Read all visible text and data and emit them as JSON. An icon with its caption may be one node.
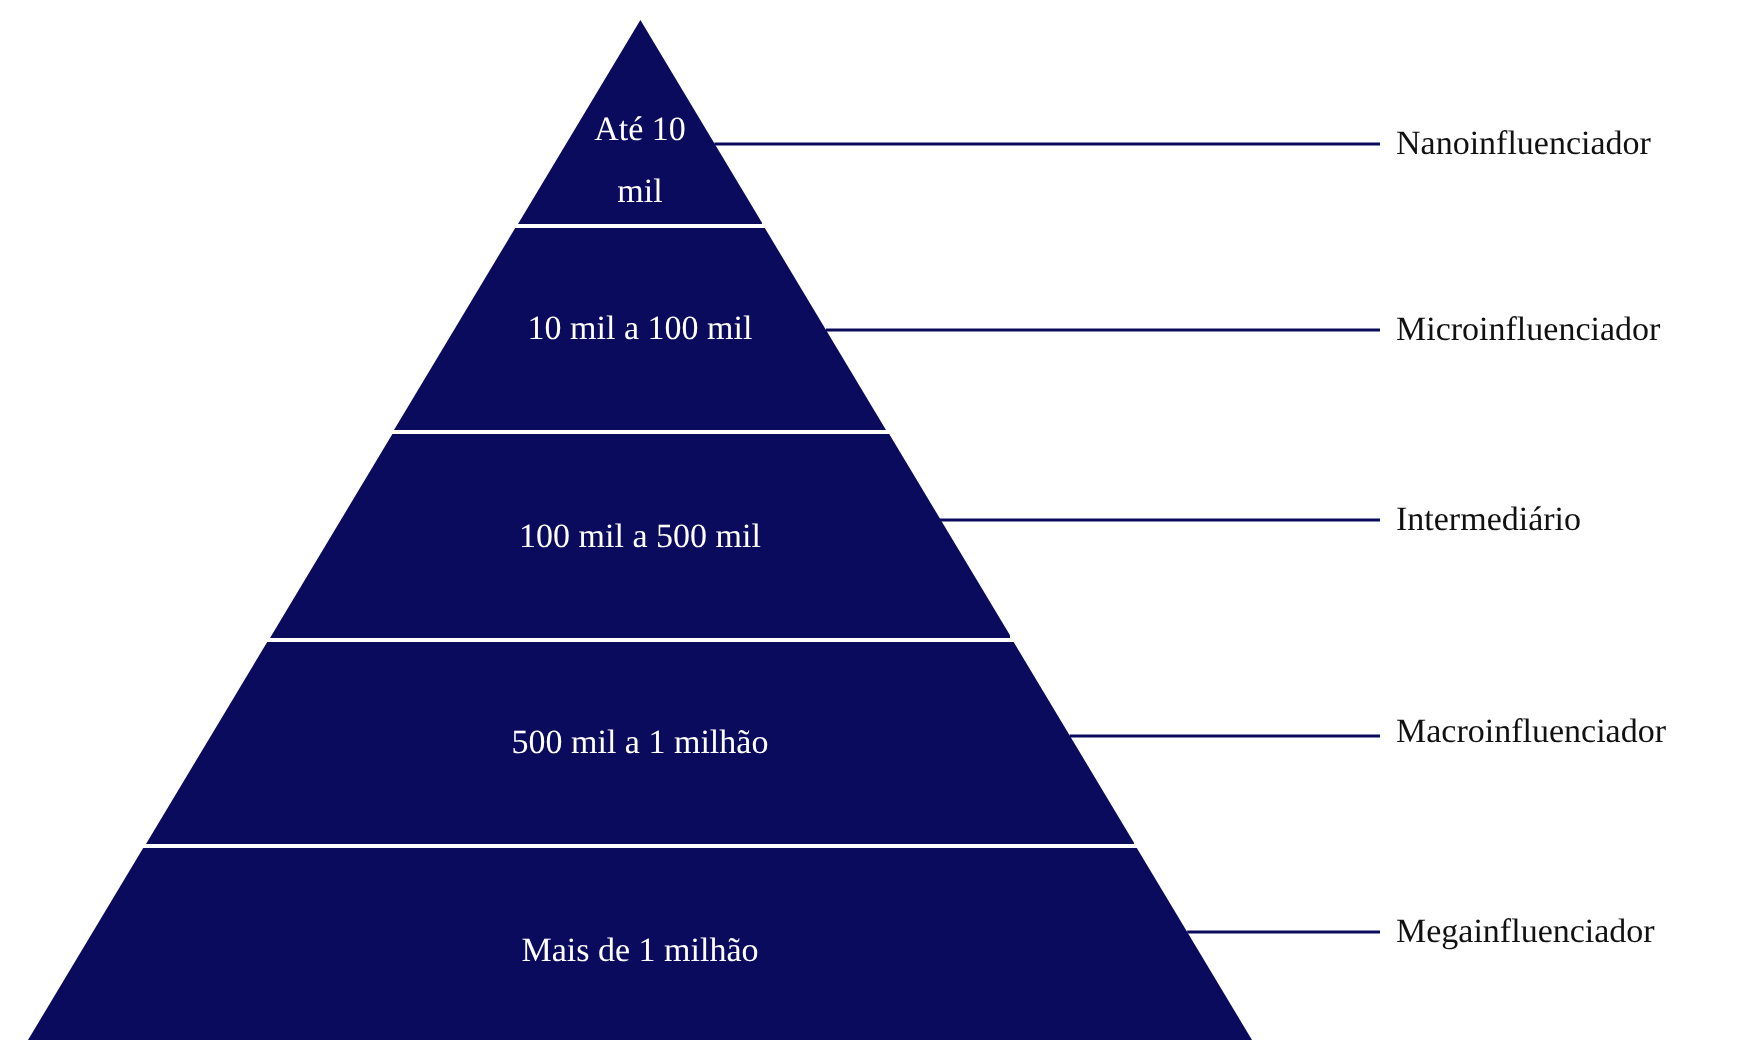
{
  "diagram": {
    "nodes": [
      {
        "text": [
          "Até 10 mil"
        ]
      },
      {
        "text": [
          "10 mil a 100 mil"
        ]
      },
      {
        "text": [
          "100 mil a 500 mil"
        ]
      },
      {
        "text": [
          "500 mil a 1 milhão"
        ]
      },
      {
        "text": [
          "Mais de 1 milhão"
        ]
      },
      {
        "text": [
          "Nanoinfluenciador"
        ]
      },
      {
        "text": [
          "Microinfluenciador"
        ]
      },
      {
        "text": [
          "Intermediário"
        ]
      },
      {
        "text": [
          "Macroinfluenciador"
        ]
      },
      {
        "text": [
          "Megainfluenciador"
        ]
      }
    ],
    "edges": [
      {
        "from": 0,
        "to": 5,
        "arrow": "none"
      },
      {
        "from": 1,
        "to": 6,
        "arrow": "none"
      },
      {
        "from": 2,
        "to": 7,
        "arrow": "none"
      },
      {
        "from": 3,
        "to": 8,
        "arrow": "none"
      },
      {
        "from": 4,
        "to": 9,
        "arrow": "none"
      }
    ]
  }
}
